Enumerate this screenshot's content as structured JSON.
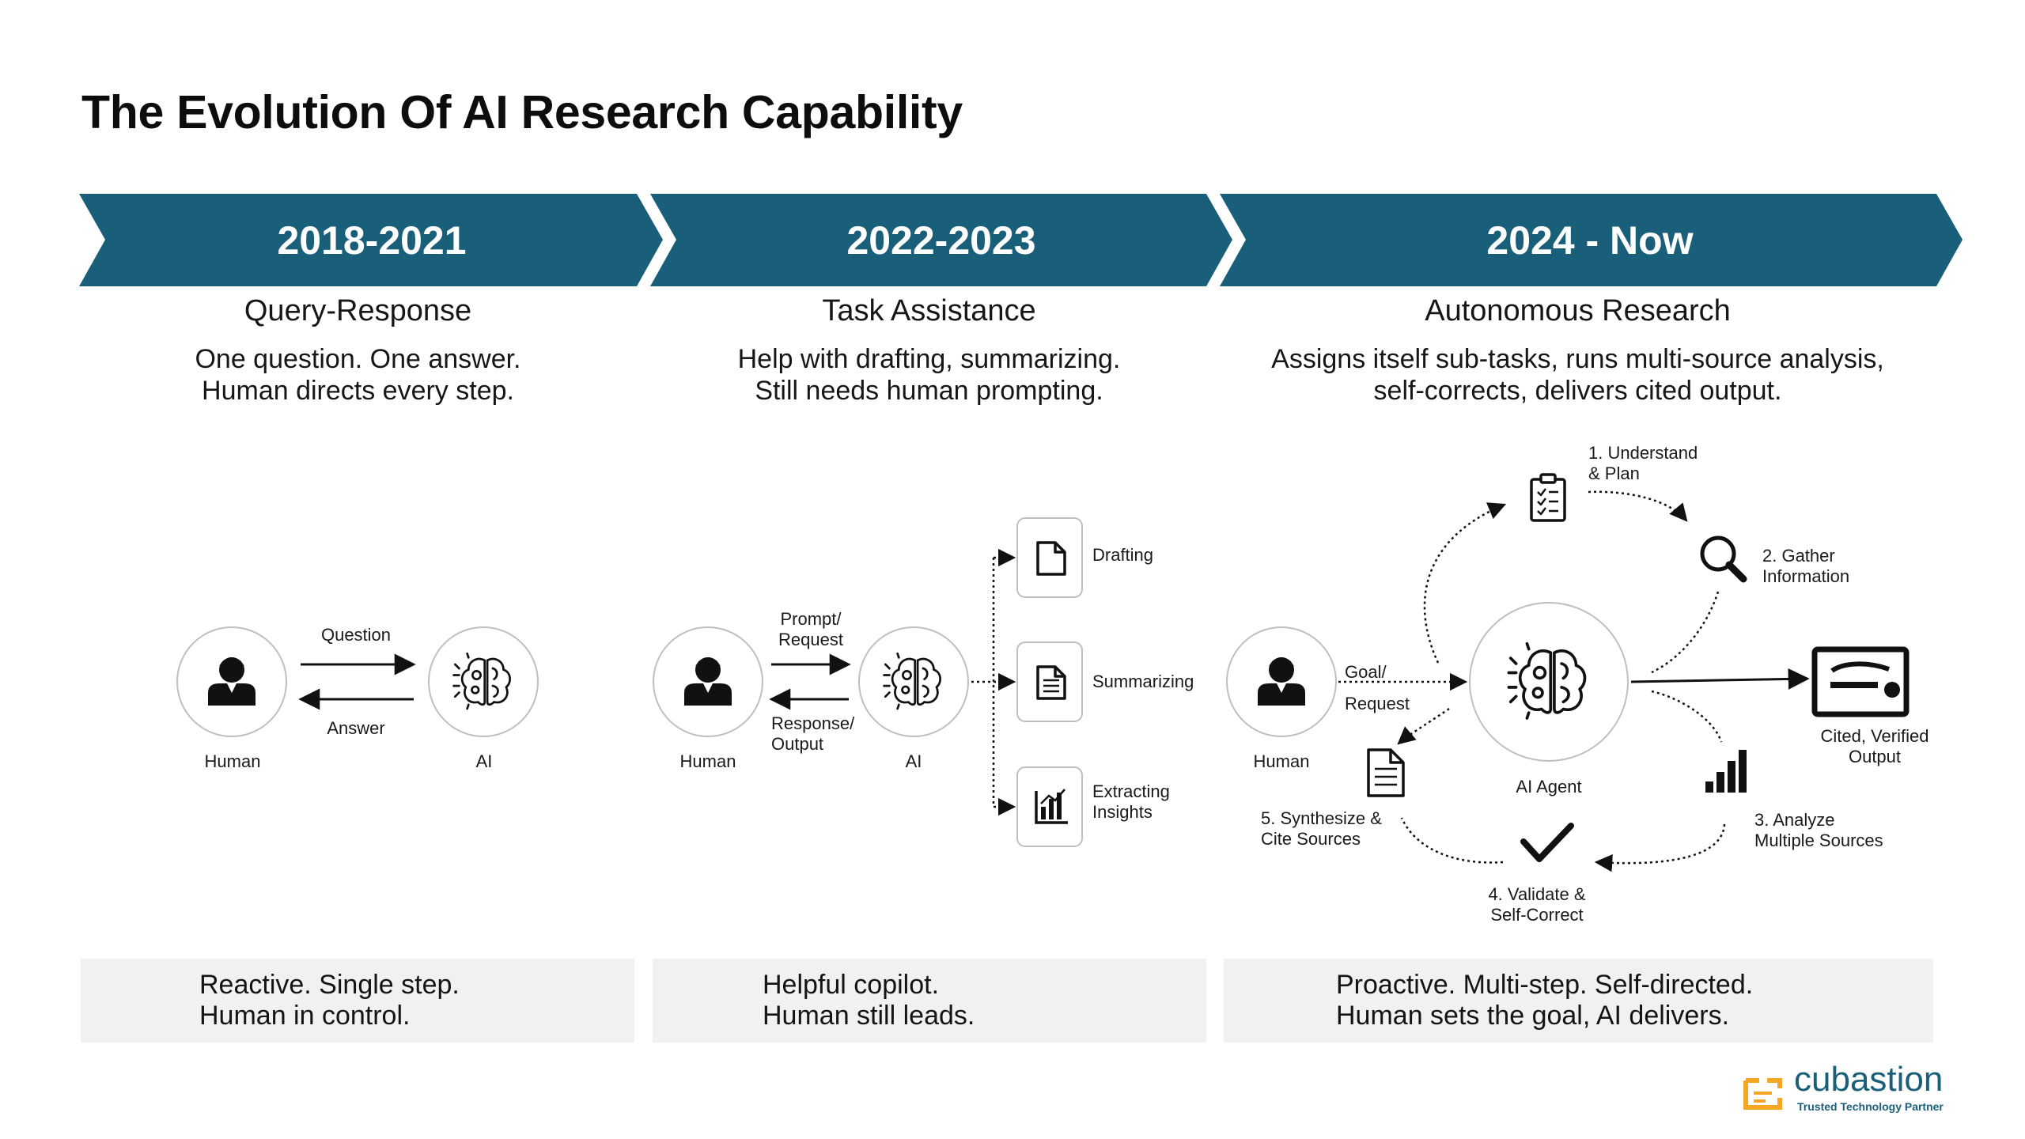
{
  "title": "The Evolution Of AI Research Capability",
  "colors": {
    "banner": "#1a5f7a",
    "panel": "#f1f1f1",
    "logo_accent": "#f5a623",
    "logo_text": "#1a5f7a"
  },
  "stages": [
    {
      "period": "2018-2021",
      "title": "Query-Response",
      "description": [
        "One question. One answer.",
        "Human directs every step."
      ],
      "diagram": {
        "human": "Human",
        "ai": "AI",
        "question": "Question",
        "answer": "Answer"
      },
      "summary": [
        "Reactive. Single step.",
        "Human in control."
      ],
      "summary_icon": "chat-bubble-icon"
    },
    {
      "period": "2022-2023",
      "title": "Task Assistance",
      "description": [
        "Help with drafting, summarizing.",
        "Still needs human prompting."
      ],
      "diagram": {
        "human": "Human",
        "ai": "AI",
        "prompt": [
          "Prompt/",
          "Request"
        ],
        "response": [
          "Response/",
          "Output"
        ],
        "tasks": [
          {
            "label": [
              "Drafting"
            ],
            "icon": "document-icon"
          },
          {
            "label": [
              "Summarizing"
            ],
            "icon": "summary-doc-icon"
          },
          {
            "label": [
              "Extracting",
              "Insights"
            ],
            "icon": "bar-chart-icon"
          }
        ]
      },
      "summary": [
        "Helpful copilot.",
        "Human still leads."
      ],
      "summary_icon": "team-icon"
    },
    {
      "period": "2024 - Now",
      "title": "Autonomous Research",
      "description": [
        "Assigns itself sub-tasks, runs multi-source analysis,",
        "self-corrects, delivers cited output."
      ],
      "diagram": {
        "human": "Human",
        "agent": "AI Agent",
        "goal": [
          "Goal/",
          "Request"
        ],
        "steps": [
          [
            "1. Understand",
            "& Plan"
          ],
          [
            "2. Gather",
            "Information"
          ],
          [
            "3. Analyze",
            "Multiple Sources"
          ],
          [
            "4. Validate &",
            "Self-Correct"
          ],
          [
            "5. Synthesize &",
            "Cite Sources"
          ]
        ],
        "output": [
          "Cited, Verified",
          "Output"
        ]
      },
      "summary": [
        "Proactive. Multi-step. Self-directed.",
        "Human sets the goal, AI delivers."
      ],
      "summary_icon": "star-icon"
    }
  ],
  "logo": {
    "name": "cubastion",
    "tagline": "Trusted Technology Partner"
  }
}
